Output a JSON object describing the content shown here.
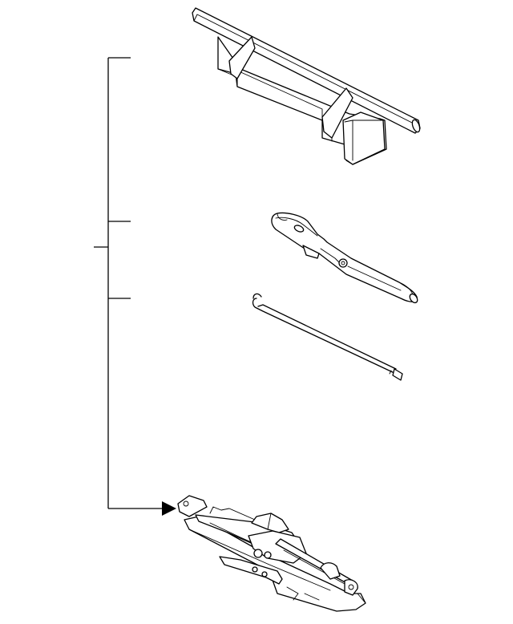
{
  "parts": [
    {
      "id": "tool-tray",
      "icon": "tool-tray-icon"
    },
    {
      "id": "jack-handle",
      "icon": "jack-handle-icon"
    },
    {
      "id": "hook-rod",
      "icon": "hook-rod-icon"
    },
    {
      "id": "scissor-jack",
      "icon": "scissor-jack-icon"
    }
  ],
  "colors": {
    "line": "#000000",
    "background": "#ffffff"
  }
}
